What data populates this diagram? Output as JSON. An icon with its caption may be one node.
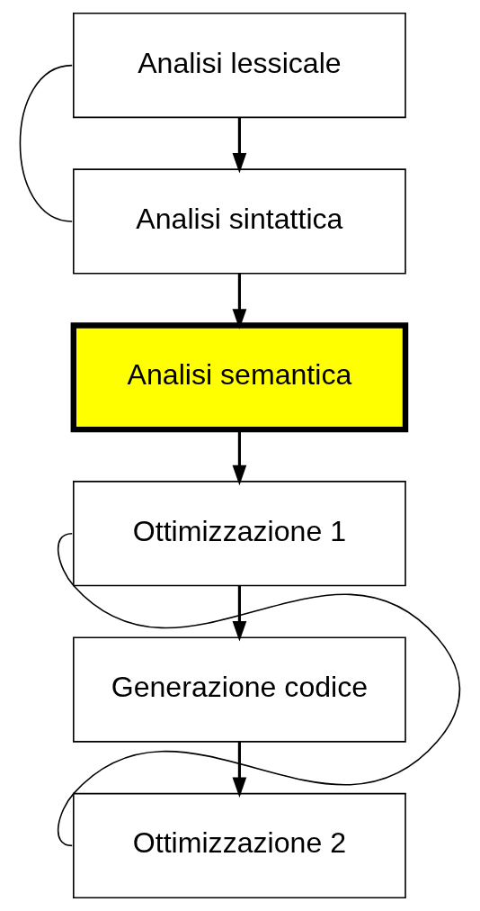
{
  "diagram": {
    "nodes": [
      {
        "text": [
          "Analisi lessicale"
        ]
      },
      {
        "text": [
          "Analisi sintattica"
        ]
      },
      {
        "text": [
          "Analisi semantica"
        ]
      },
      {
        "text": [
          "Ottimizzazione 1"
        ]
      },
      {
        "text": [
          "Generazione codice"
        ]
      },
      {
        "text": [
          "Ottimizzazione 2"
        ]
      }
    ],
    "edges": [
      {
        "from": 0,
        "to": 1,
        "arrow": "to"
      },
      {
        "from": 1,
        "to": 2,
        "arrow": "to"
      },
      {
        "from": 2,
        "to": 3,
        "arrow": "to"
      },
      {
        "from": 3,
        "to": 4,
        "arrow": "to"
      },
      {
        "from": 4,
        "to": 5,
        "arrow": "to"
      },
      {
        "from": 0,
        "to": 1,
        "arrow": "none"
      },
      {
        "from": 3,
        "to": 5,
        "arrow": "none"
      }
    ]
  }
}
